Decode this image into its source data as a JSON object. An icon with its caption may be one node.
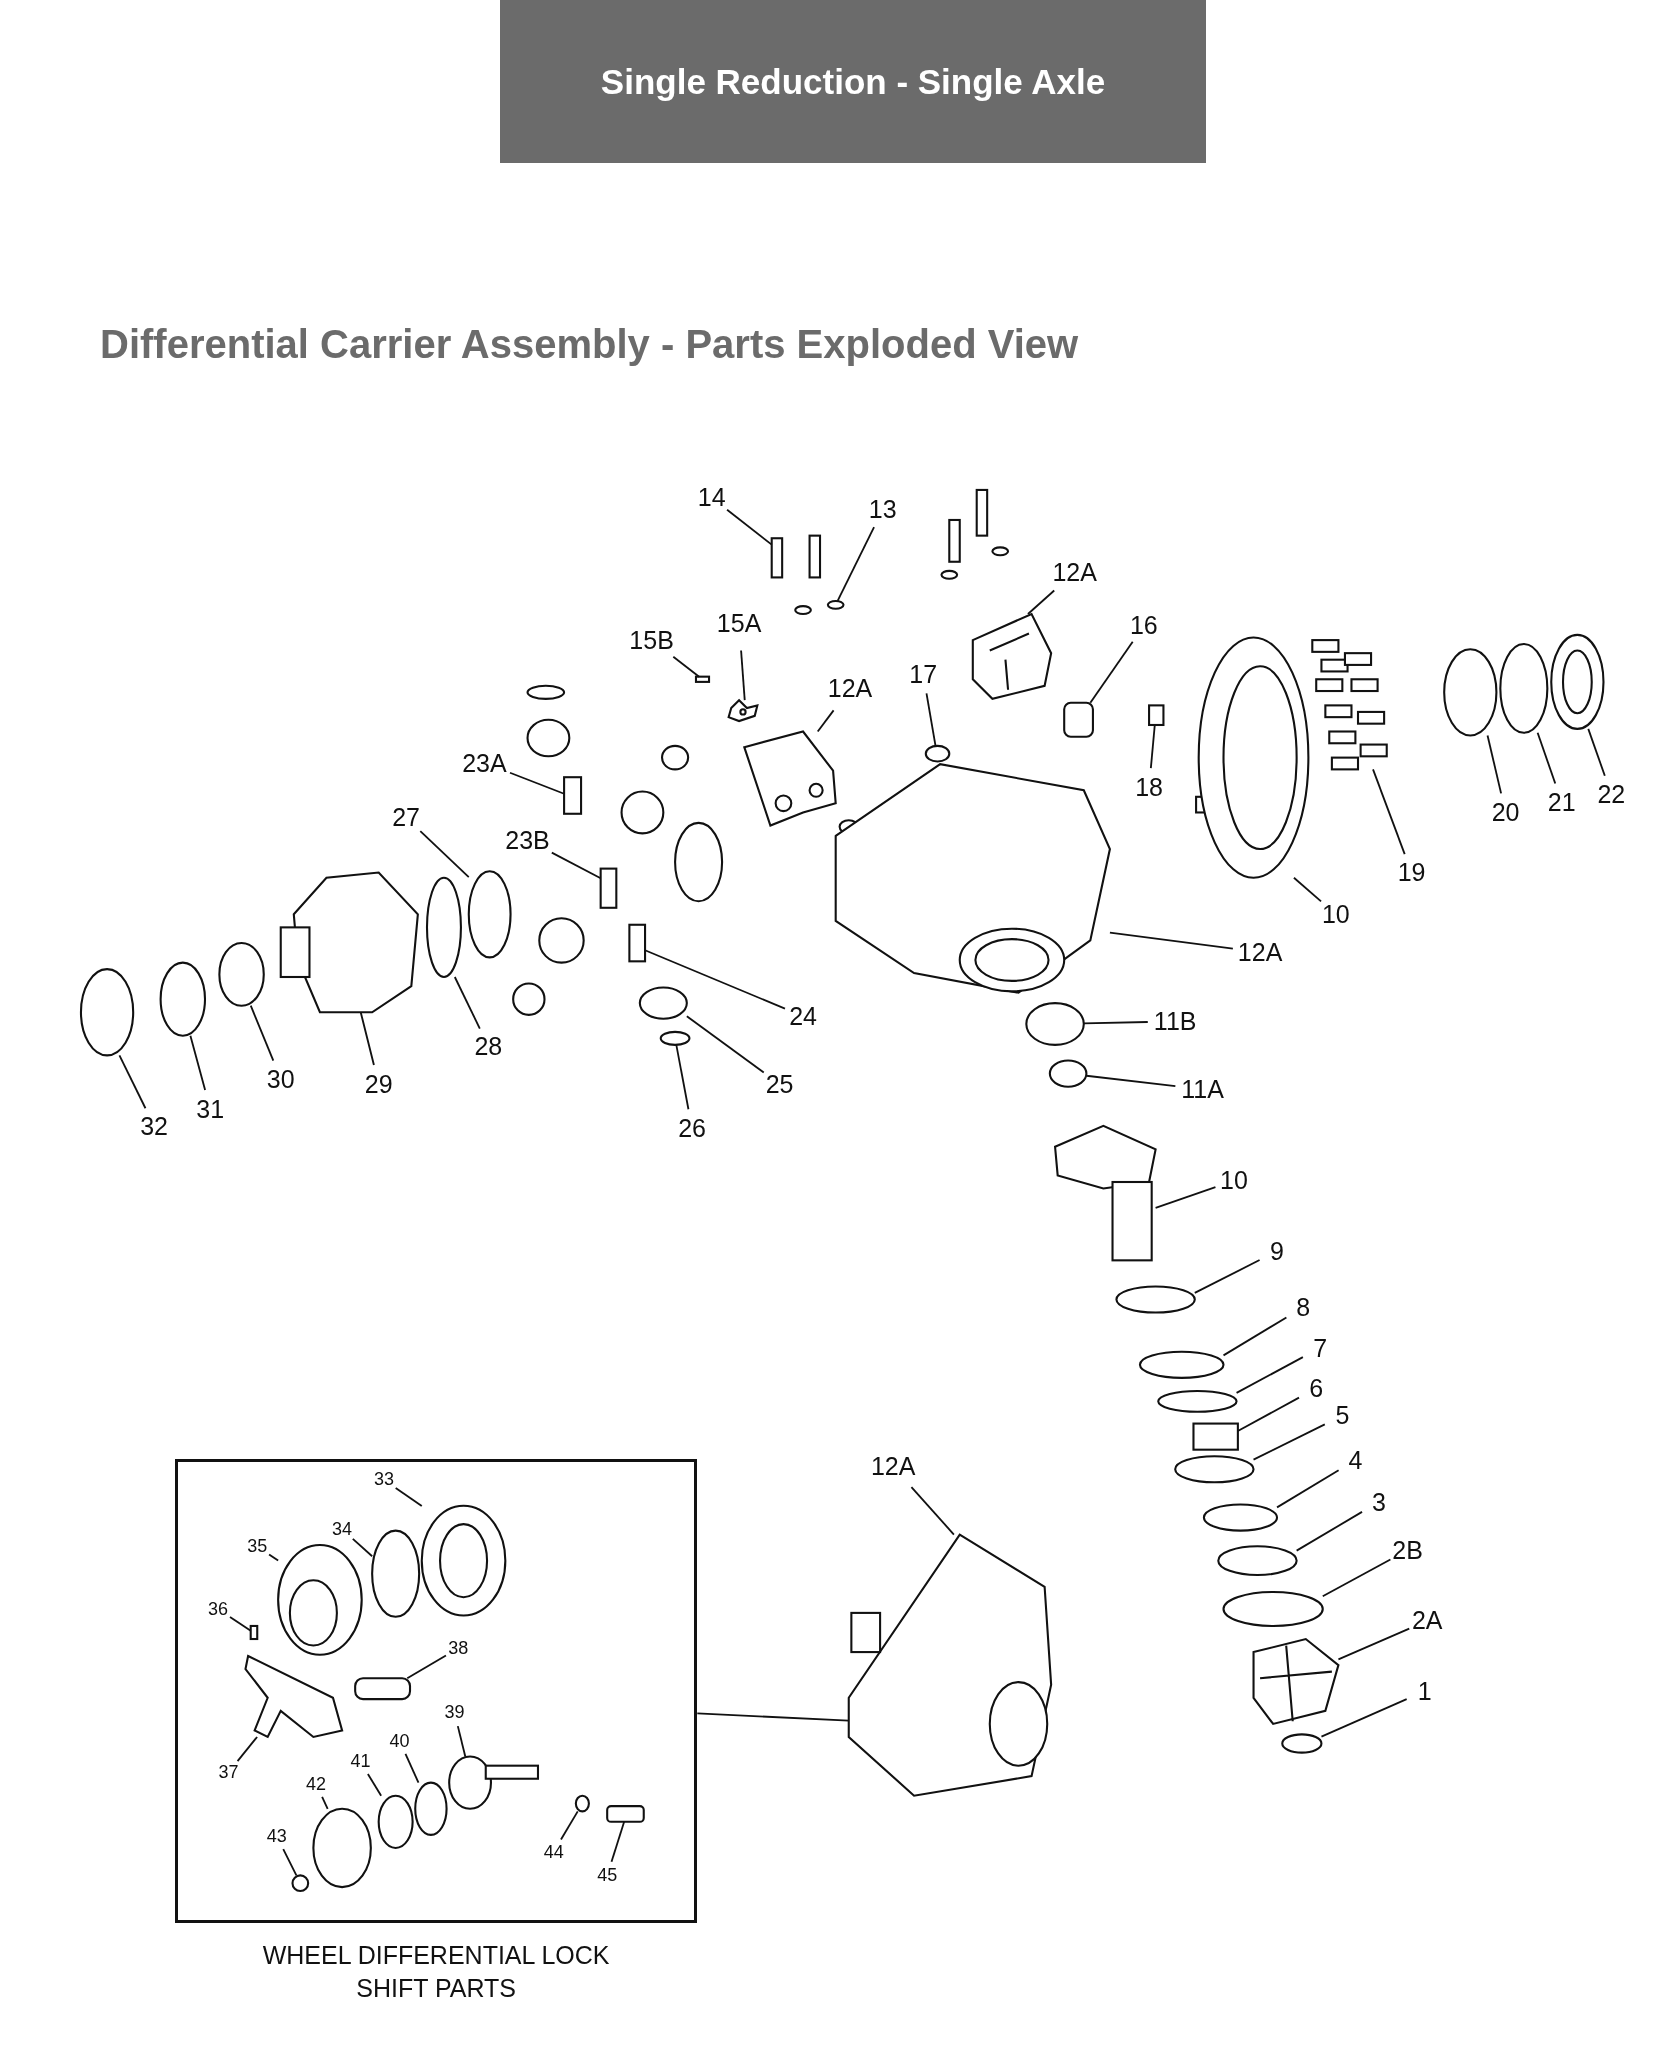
{
  "diagram": {
    "title": "Differential Carrier Assembly - Parts Exploded View",
    "nodes": [
      {
        "text": [
          "14"
        ]
      },
      {
        "text": [
          "13"
        ]
      },
      {
        "text": [
          "12A"
        ]
      },
      {
        "text": [
          "16"
        ]
      },
      {
        "text": [
          "15B"
        ]
      },
      {
        "text": [
          "15A"
        ]
      },
      {
        "text": [
          "12A"
        ]
      },
      {
        "text": [
          "17"
        ]
      },
      {
        "text": [
          "18"
        ]
      },
      {
        "text": [
          "20"
        ]
      },
      {
        "text": [
          "21"
        ]
      },
      {
        "text": [
          "22"
        ]
      },
      {
        "text": [
          "19"
        ]
      },
      {
        "text": [
          "10"
        ]
      },
      {
        "text": [
          "23A"
        ]
      },
      {
        "text": [
          "27"
        ]
      },
      {
        "text": [
          "23B"
        ]
      },
      {
        "text": [
          "12A"
        ]
      },
      {
        "text": [
          "11B"
        ]
      },
      {
        "text": [
          "11A"
        ]
      },
      {
        "text": [
          "24"
        ]
      },
      {
        "text": [
          "25"
        ]
      },
      {
        "text": [
          "28"
        ]
      },
      {
        "text": [
          "30"
        ]
      },
      {
        "text": [
          "29"
        ]
      },
      {
        "text": [
          "31"
        ]
      },
      {
        "text": [
          "32"
        ]
      },
      {
        "text": [
          "26"
        ]
      },
      {
        "text": [
          "10"
        ]
      },
      {
        "text": [
          "9"
        ]
      },
      {
        "text": [
          "8"
        ]
      },
      {
        "text": [
          "7"
        ]
      },
      {
        "text": [
          "6"
        ]
      },
      {
        "text": [
          "5"
        ]
      },
      {
        "text": [
          "4"
        ]
      },
      {
        "text": [
          "3"
        ]
      },
      {
        "text": [
          "2B"
        ]
      },
      {
        "text": [
          "2A"
        ]
      },
      {
        "text": [
          "1"
        ]
      },
      {
        "text": [
          "12A"
        ]
      },
      {
        "text": [
          "WHEEL DIFFERENTIAL LOCK SHIFT PARTS"
        ]
      },
      {
        "text": [
          "33"
        ],
        "in": 40
      },
      {
        "text": [
          "34"
        ],
        "in": 40
      },
      {
        "text": [
          "35"
        ],
        "in": 40
      },
      {
        "text": [
          "36"
        ],
        "in": 40
      },
      {
        "text": [
          "38"
        ],
        "in": 40
      },
      {
        "text": [
          "39"
        ],
        "in": 40
      },
      {
        "text": [
          "40"
        ],
        "in": 40
      },
      {
        "text": [
          "41"
        ],
        "in": 40
      },
      {
        "text": [
          "42"
        ],
        "in": 40
      },
      {
        "text": [
          "37"
        ],
        "in": 40
      },
      {
        "text": [
          "43"
        ],
        "in": 40
      },
      {
        "text": [
          "44"
        ],
        "in": 40
      },
      {
        "text": [
          "45"
        ],
        "in": 40
      },
      {
        "text": [],
        "shape": "box"
      },
      {
        "text": [],
        "shape": "circle"
      },
      {
        "text": [],
        "shape": "picture"
      },
      {
        "text": [],
        "shape": "box"
      },
      {
        "text": [],
        "shape": "box"
      },
      {
        "text": [],
        "shape": "picture"
      },
      {
        "text": [],
        "shape": "picture"
      },
      {
        "text": [],
        "shape": "circle"
      },
      {
        "text": [],
        "shape": "box"
      },
      {
        "text": [],
        "shape": "circle"
      },
      {
        "text": [],
        "shape": "circle"
      },
      {
        "text": [],
        "shape": "picture"
      },
      {
        "text": [],
        "shape": "picture"
      },
      {
        "text": [],
        "shape": "picture"
      },
      {
        "text": [],
        "shape": "box"
      },
      {
        "text": [],
        "shape": "circle"
      },
      {
        "text": [],
        "shape": "box"
      },
      {
        "text": [],
        "shape": "picture"
      },
      {
        "text": [],
        "shape": "circle"
      },
      {
        "text": [],
        "shape": "circle"
      },
      {
        "text": [],
        "shape": "box"
      },
      {
        "text": [],
        "shape": "circle"
      },
      {
        "text": [],
        "shape": "circle"
      },
      {
        "text": [],
        "shape": "circle"
      },
      {
        "text": [],
        "shape": "picture"
      },
      {
        "text": [],
        "shape": "circle"
      },
      {
        "text": [],
        "shape": "circle"
      },
      {
        "text": [],
        "shape": "circle"
      },
      {
        "text": [],
        "shape": "picture"
      },
      {
        "text": [],
        "shape": "circle"
      },
      {
        "text": [],
        "shape": "circle"
      },
      {
        "text": [],
        "shape": "circle"
      },
      {
        "text": [],
        "shape": "box"
      },
      {
        "text": [],
        "shape": "circle"
      },
      {
        "text": [],
        "shape": "circle"
      },
      {
        "text": [],
        "shape": "circle"
      },
      {
        "text": [],
        "shape": "circle"
      },
      {
        "text": [],
        "shape": "picture"
      },
      {
        "text": [],
        "shape": "circle"
      },
      {
        "text": [],
        "shape": "picture"
      },
      {
        "text": [],
        "shape": "picture",
        "in": 40
      },
      {
        "text": [],
        "shape": "circle",
        "in": 40
      },
      {
        "text": [],
        "shape": "picture",
        "in": 40
      },
      {
        "text": [],
        "shape": "box",
        "in": 40
      },
      {
        "text": [],
        "shape": "box",
        "in": 40
      },
      {
        "text": [],
        "shape": "picture",
        "in": 40
      },
      {
        "text": [],
        "shape": "circle",
        "in": 40
      },
      {
        "text": [],
        "shape": "circle",
        "in": 40
      },
      {
        "text": [],
        "shape": "circle",
        "in": 40
      },
      {
        "text": [],
        "shape": "picture",
        "in": 40
      },
      {
        "text": [],
        "shape": "circle",
        "in": 40
      },
      {
        "text": [],
        "shape": "circle",
        "in": 40
      },
      {
        "text": [],
        "shape": "box",
        "in": 40
      }
    ],
    "edges": [
      {
        "from": 0,
        "to": 54,
        "arrow": "none"
      },
      {
        "from": 1,
        "to": 55,
        "arrow": "none"
      },
      {
        "from": 2,
        "to": 56,
        "arrow": "none"
      },
      {
        "from": 3,
        "to": 57,
        "arrow": "none"
      },
      {
        "from": 4,
        "to": 58,
        "arrow": "none"
      },
      {
        "from": 5,
        "to": 59,
        "arrow": "none"
      },
      {
        "from": 6,
        "to": 60,
        "arrow": "none"
      },
      {
        "from": 7,
        "to": 61,
        "arrow": "none"
      },
      {
        "from": 8,
        "to": 62,
        "arrow": "none"
      },
      {
        "from": 9,
        "to": 63,
        "arrow": "none"
      },
      {
        "from": 10,
        "to": 64,
        "arrow": "none"
      },
      {
        "from": 11,
        "to": 65,
        "arrow": "none"
      },
      {
        "from": 12,
        "to": 66,
        "arrow": "none"
      },
      {
        "from": 13,
        "to": 67,
        "arrow": "none"
      },
      {
        "from": 14,
        "to": 68,
        "arrow": "none"
      },
      {
        "from": 15,
        "to": 69,
        "arrow": "none"
      },
      {
        "from": 16,
        "to": 70,
        "arrow": "none"
      },
      {
        "from": 17,
        "to": 71,
        "arrow": "none"
      },
      {
        "from": 18,
        "to": 72,
        "arrow": "none"
      },
      {
        "from": 19,
        "to": 73,
        "arrow": "none"
      },
      {
        "from": 20,
        "to": 74,
        "arrow": "none"
      },
      {
        "from": 21,
        "to": 75,
        "arrow": "none"
      },
      {
        "from": 22,
        "to": 76,
        "arrow": "none"
      },
      {
        "from": 23,
        "to": 77,
        "arrow": "none"
      },
      {
        "from": 24,
        "to": 78,
        "arrow": "none"
      },
      {
        "from": 25,
        "to": 79,
        "arrow": "none"
      },
      {
        "from": 26,
        "to": 80,
        "arrow": "none"
      },
      {
        "from": 27,
        "to": 81,
        "arrow": "none"
      },
      {
        "from": 28,
        "to": 82,
        "arrow": "none"
      },
      {
        "from": 29,
        "to": 83,
        "arrow": "none"
      },
      {
        "from": 30,
        "to": 84,
        "arrow": "none"
      },
      {
        "from": 31,
        "to": 85,
        "arrow": "none"
      },
      {
        "from": 32,
        "to": 86,
        "arrow": "none"
      },
      {
        "from": 33,
        "to": 87,
        "arrow": "none"
      },
      {
        "from": 34,
        "to": 88,
        "arrow": "none"
      },
      {
        "from": 35,
        "to": 89,
        "arrow": "none"
      },
      {
        "from": 36,
        "to": 90,
        "arrow": "none"
      },
      {
        "from": 37,
        "to": 91,
        "arrow": "none"
      },
      {
        "from": 38,
        "to": 92,
        "arrow": "none"
      },
      {
        "from": 39,
        "to": 93,
        "arrow": "none"
      },
      {
        "from": 40,
        "to": 93,
        "arrow": "none"
      },
      {
        "from": 41,
        "to": 94,
        "arrow": "none"
      },
      {
        "from": 42,
        "to": 95,
        "arrow": "none"
      },
      {
        "from": 43,
        "to": 96,
        "arrow": "none"
      },
      {
        "from": 44,
        "to": 97,
        "arrow": "none"
      },
      {
        "from": 45,
        "to": 98,
        "arrow": "none"
      },
      {
        "from": 46,
        "to": 99,
        "arrow": "none"
      },
      {
        "from": 47,
        "to": 100,
        "arrow": "none"
      },
      {
        "from": 48,
        "to": 101,
        "arrow": "none"
      },
      {
        "from": 49,
        "to": 102,
        "arrow": "none"
      },
      {
        "from": 50,
        "to": 103,
        "arrow": "none"
      },
      {
        "from": 51,
        "to": 104,
        "arrow": "none"
      },
      {
        "from": 52,
        "to": 105,
        "arrow": "none"
      },
      {
        "from": 53,
        "to": 106,
        "arrow": "none"
      }
    ],
    "labels": [
      "Single Reduction - Single Axle"
    ]
  }
}
